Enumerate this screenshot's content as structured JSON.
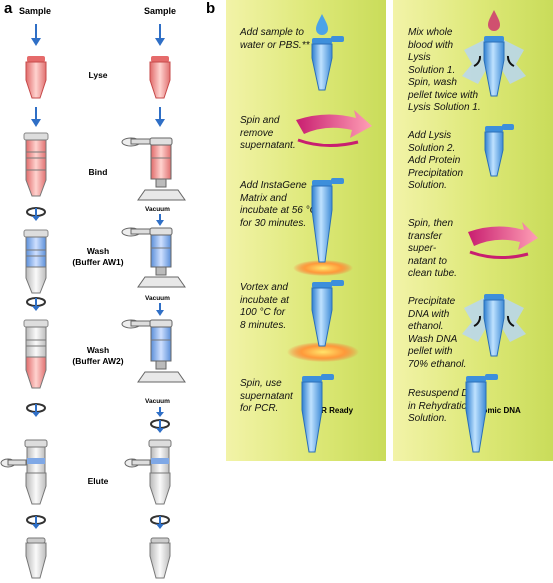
{
  "panel_a": {
    "label": "a",
    "headers": [
      "Sample",
      "Sample"
    ],
    "steps": [
      "Lyse",
      "Bind",
      "Wash\n(Buffer AW1)",
      "Wash\n(Buffer AW2)",
      "Elute"
    ],
    "vacuum_label": "Vacuum"
  },
  "panel_b": {
    "label": "b",
    "left_steps": [
      "Add sample to\nwater or PBS.**",
      "Spin and\nremove\nsupernatant.",
      "Add InstaGene\nMatrix and\nincubate at 56 °C\nfor 30 minutes.",
      "Vortex and\nincubate at\n100 °C for\n8 minutes.",
      "Spin, use\nsupernatant\nfor PCR."
    ],
    "left_end_label": "PCR Ready",
    "right_steps": [
      "Mix whole\nblood with\nLysis\nSolution 1.\nSpin, wash\npellet twice with\nLysis Solution 1.",
      "Add Lysis\nSolution 2.\nAdd Protein\nPrecipitation\nSolution.",
      "Spin, then\ntransfer\nsuper-\nnatant to\nclean tube.",
      "Precipitate\nDNA with\nethanol.\nWash DNA\npellet with\n70% ethanol.",
      "Resuspend DNA\nin Rehydration\nSolution."
    ],
    "right_end_label": "Genomic DNA"
  }
}
